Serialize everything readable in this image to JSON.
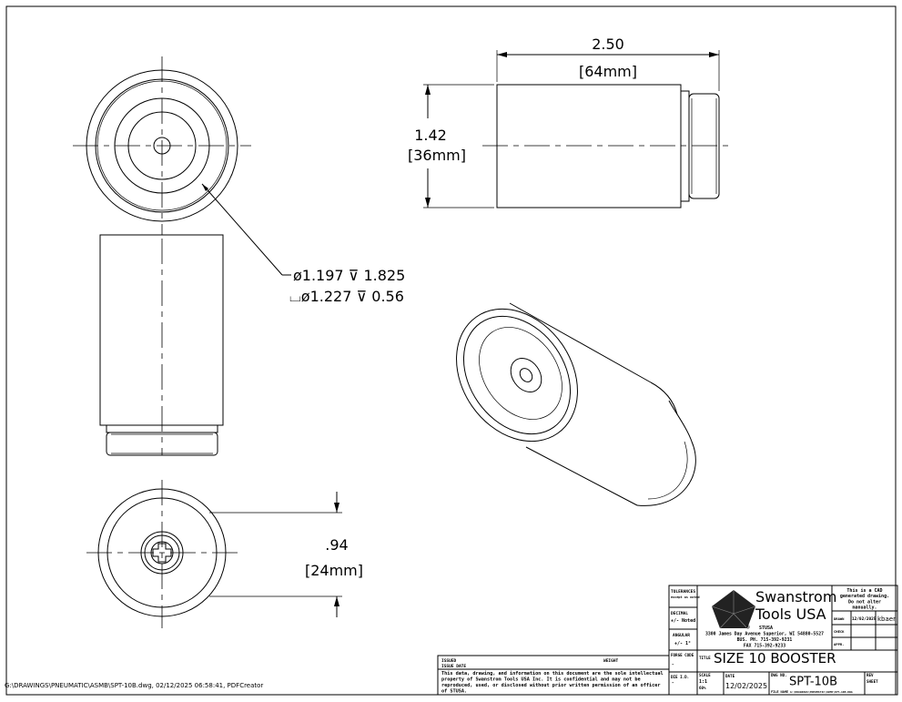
{
  "dimensions": {
    "length": "2.50",
    "length_mm": "[64mm]",
    "diameter": "1.42",
    "diameter_mm": "[36mm]",
    "hole_callout_1": "ø1.197 ⊽ 1.825",
    "hole_callout_2": "⌴ø1.227 ⊽ 0.56",
    "depth": ".94",
    "depth_mm": "[24mm]"
  },
  "title_block": {
    "tolerances": "TOLERANCES",
    "tolerances_sub": "except as noted",
    "decimal": "DECIMAL",
    "decimal_value": "+/- Noted",
    "angular": "ANGULAR",
    "angular_value": "+/- 1°",
    "company_line1": "Swanstrom",
    "company_line2": "Tools USA",
    "registered": "®",
    "abbrev": "STUSA",
    "address": "3300 James Day Avenue Superior, WI 54880-5527",
    "phone": "BUS. PH. 715-392-9231",
    "fax": "FAX 715-392-9233",
    "cad_note": [
      "This is a CAD",
      "generated drawing.",
      "Do not alter",
      "manually."
    ],
    "drawn_label": "DRAWN",
    "drawn_date": "12/02/2025",
    "drawn_by": "kbaer",
    "check_label": "CHECK",
    "appr_label": "APPR.",
    "forge_code_label": "FORGE CODE",
    "forge_code_value": "-",
    "title_label": "TITLE",
    "title": "SIZE 10 BOOSTER",
    "die_id_label": "DIE I.D.",
    "die_id_value": "-",
    "scale_label": "SCALE",
    "scale_value": "1:1",
    "scale_note": "60%",
    "date_label": "DATE",
    "date_value": "12/02/2025",
    "dwg_no_label": "DWG NO.",
    "dwg_no": "SPT-10B",
    "file_name_label": "FILE NAME",
    "file_name": "G:\\DRAWINGS\\PNEUMATIC\\ASMB\\SPT-10B.DWG",
    "rev_label": "REV",
    "sheet_label": "SHEET",
    "issued_label": "ISSUED",
    "issue_date_label": "ISSUE DATE",
    "weight_label": "WEIGHT",
    "confidential": [
      "This data, drawing, and information on this document are the sole intellectual",
      "property of Swanstrom Tools USA Inc.  It is confidential and may not be",
      "reproduced, used, or disclosed without prior written permission of an officer",
      "of STUSA."
    ]
  },
  "footer_path": "G:\\DRAWINGS\\PNEUMATIC\\ASMB\\SPT-10B.dwg, 02/12/2025 06:58:41, PDFCreator"
}
